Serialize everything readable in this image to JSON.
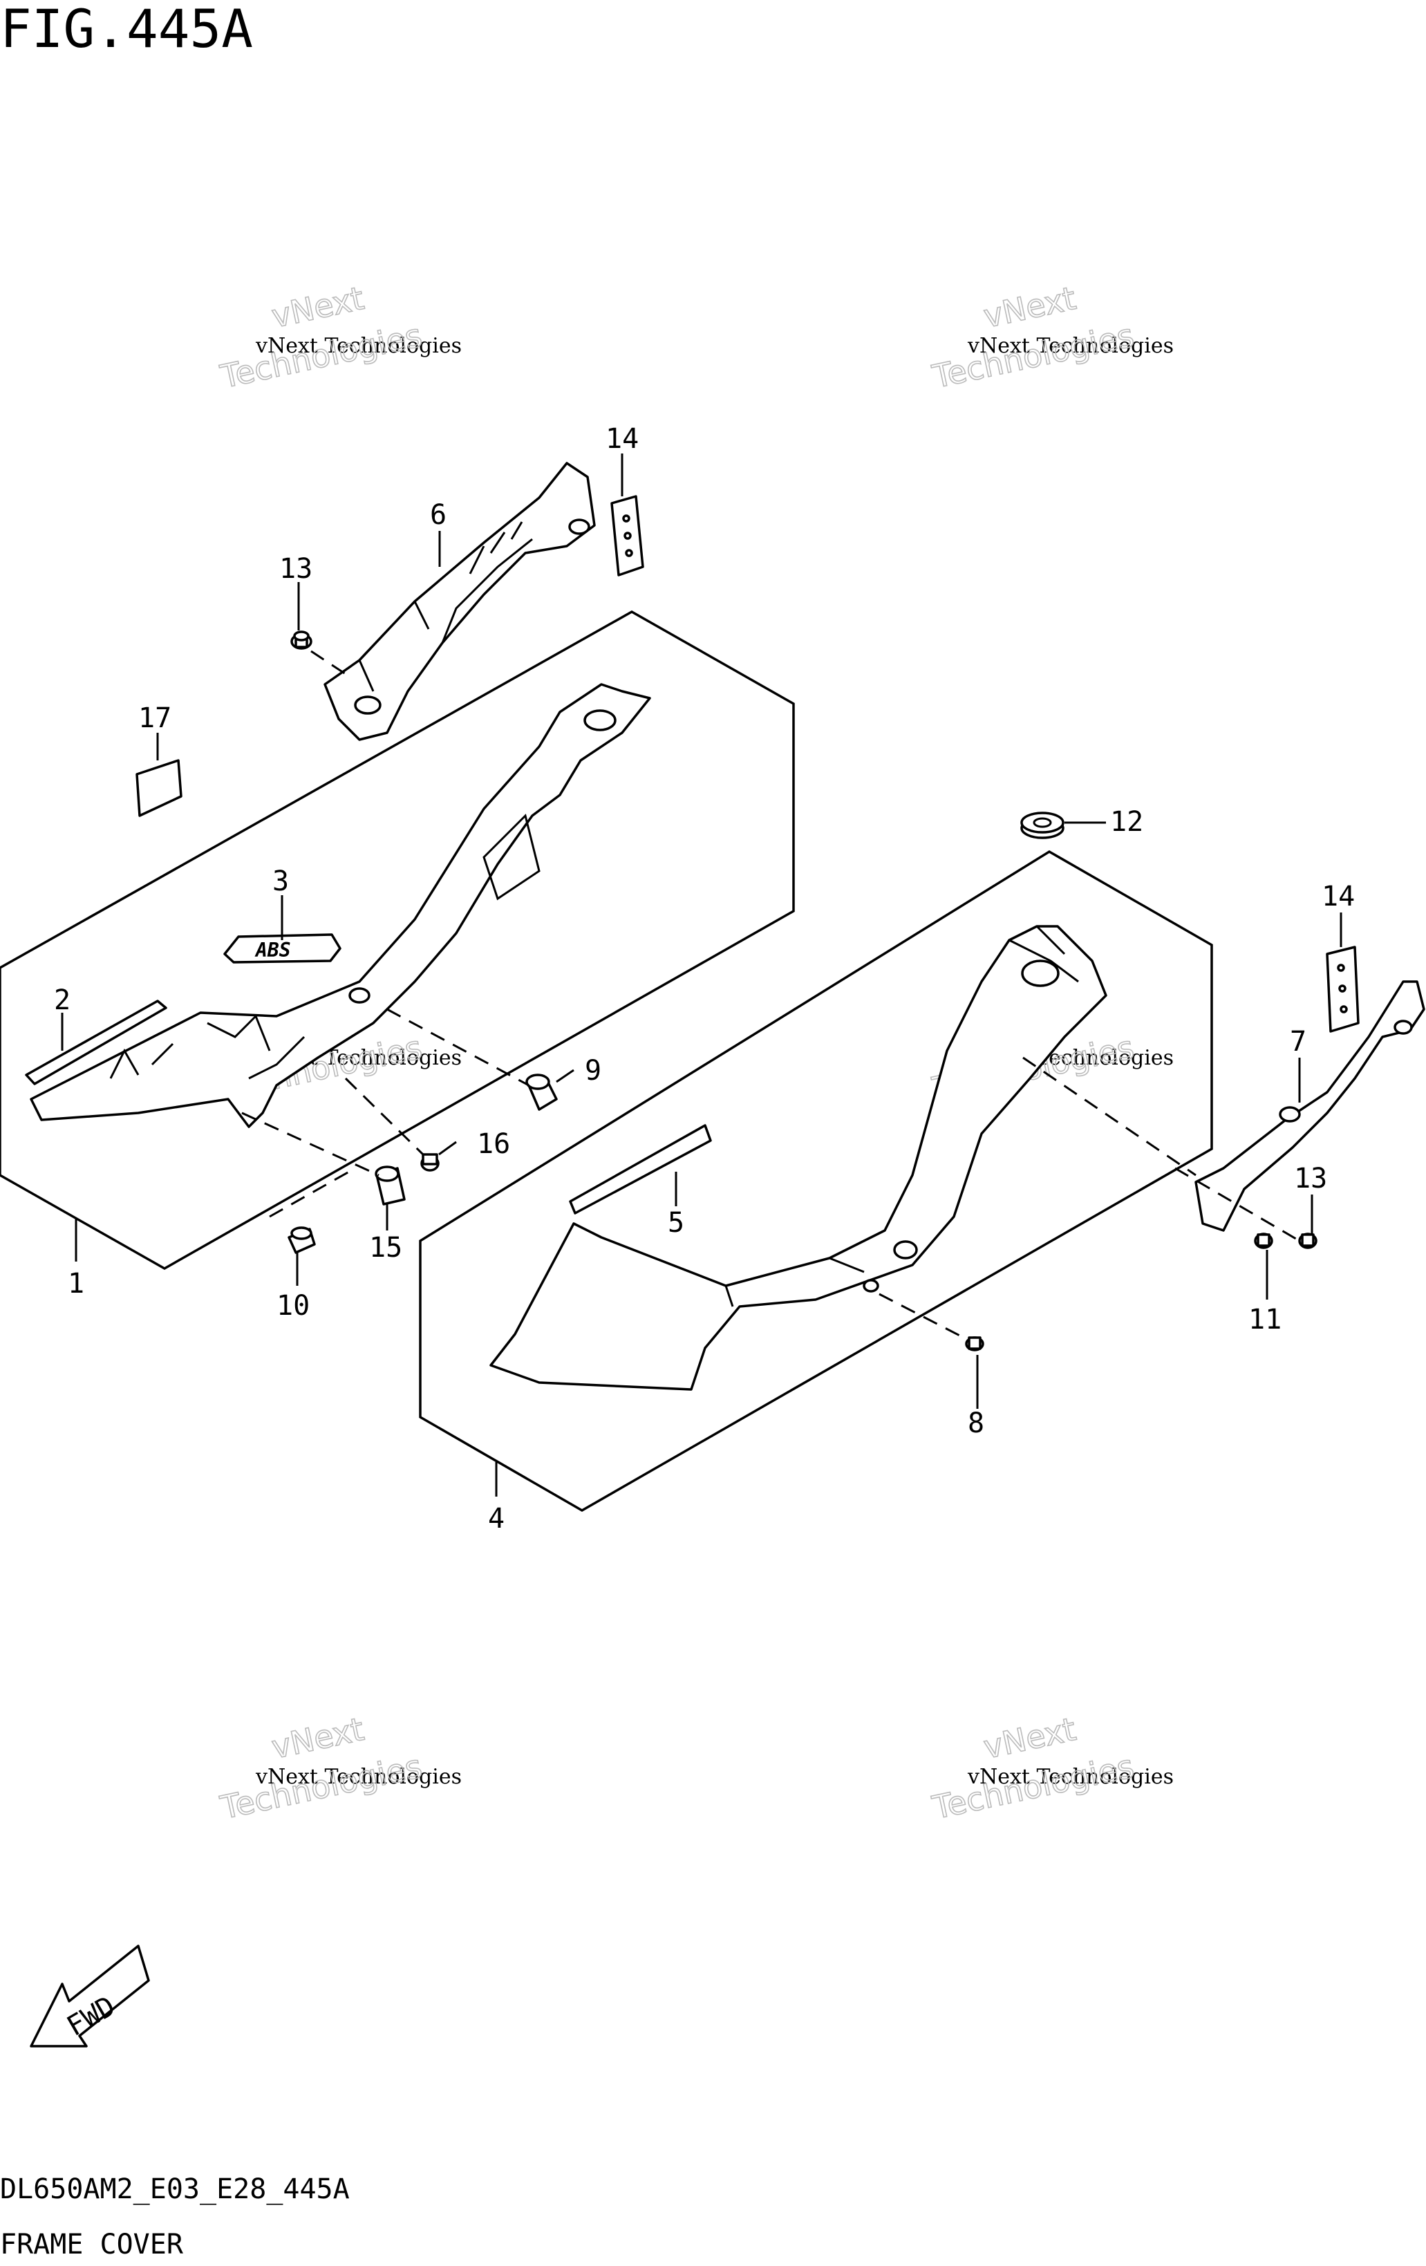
{
  "figure": {
    "title": "FIG.445A",
    "code": "DL650AM2_E03_E28_445A",
    "caption": "FRAME COVER"
  },
  "watermark": {
    "line1": "vNext Technologies",
    "line2": "vNext",
    "line3": "Technologies"
  },
  "fwd_label": "FWD",
  "emblem_text": "ABS",
  "callouts": {
    "c1": "1",
    "c2": "2",
    "c3": "3",
    "c4": "4",
    "c5": "5",
    "c6": "6",
    "c7": "7",
    "c8": "8",
    "c9": "9",
    "c10": "10",
    "c11": "11",
    "c12": "12",
    "c13a": "13",
    "c13b": "13",
    "c14a": "14",
    "c14b": "14",
    "c15": "15",
    "c16": "16",
    "c17": "17"
  },
  "icons": {
    "fwd": "fwd-arrow-icon"
  }
}
